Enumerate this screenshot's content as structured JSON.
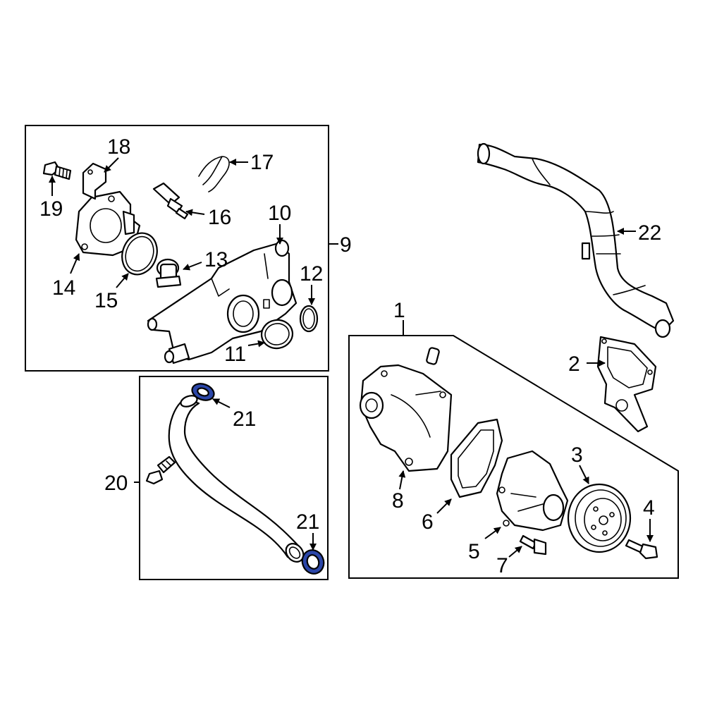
{
  "highlight_color": "#2b46a8",
  "line_color": "#000000",
  "background_color": "#ffffff",
  "callouts": {
    "c1": "1",
    "c2": "2",
    "c3": "3",
    "c4": "4",
    "c5": "5",
    "c6": "6",
    "c7": "7",
    "c8": "8",
    "c9": "9",
    "c10": "10",
    "c11": "11",
    "c12": "12",
    "c13": "13",
    "c14": "14",
    "c15": "15",
    "c16": "16",
    "c17": "17",
    "c18": "18",
    "c19": "19",
    "c20": "20",
    "c21a": "21",
    "c21b": "21",
    "c22": "22"
  },
  "highlighted_parts": [
    "21"
  ]
}
